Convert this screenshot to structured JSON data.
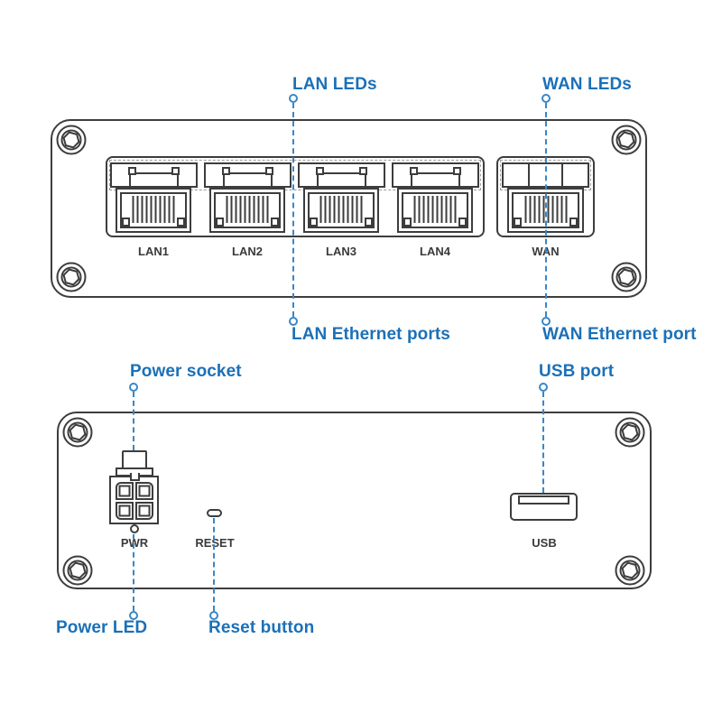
{
  "colors": {
    "outline": "#3d3d3d",
    "label_blue": "#1c70b7",
    "leader_blue": "#3a86c8",
    "background": "#ffffff"
  },
  "front_panel": {
    "lan_ports": [
      {
        "label": "LAN1"
      },
      {
        "label": "LAN2"
      },
      {
        "label": "LAN3"
      },
      {
        "label": "LAN4"
      }
    ],
    "wan_port": {
      "label": "WAN"
    }
  },
  "back_panel": {
    "pwr_label": "PWR",
    "reset_label": "RESET",
    "usb_label": "USB"
  },
  "annotations": {
    "lan_leds": "LAN LEDs",
    "wan_leds": "WAN LEDs",
    "lan_ethernet_ports": "LAN Ethernet ports",
    "wan_ethernet_port": "WAN Ethernet port",
    "power_socket": "Power socket",
    "usb_port": "USB port",
    "power_led": "Power LED",
    "reset_button": "Reset button"
  }
}
